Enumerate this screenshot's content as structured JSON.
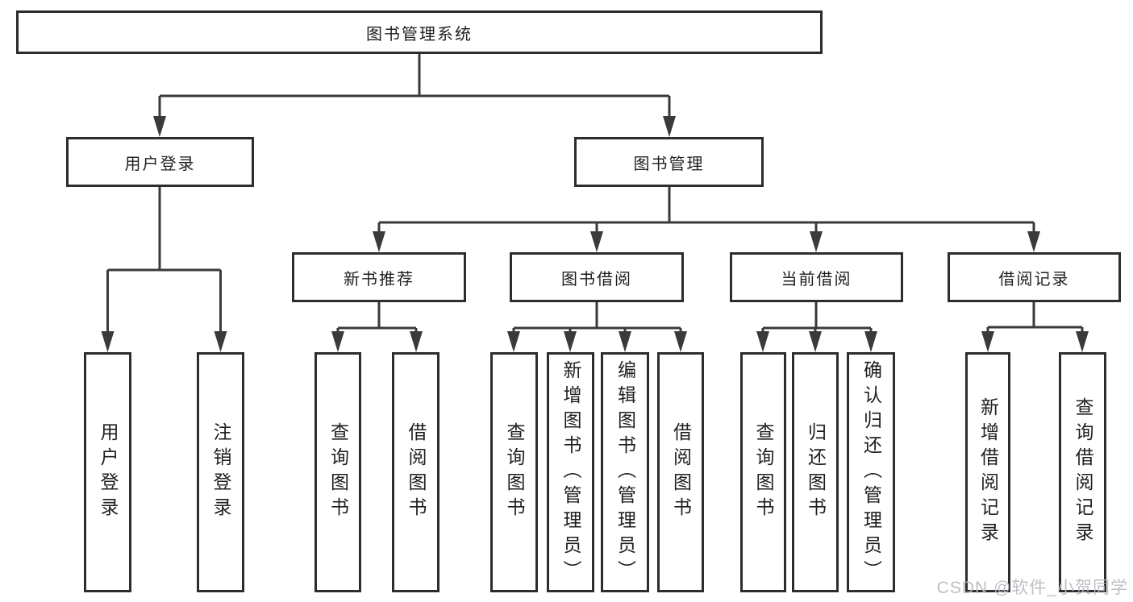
{
  "title": "图书管理系统",
  "level2": {
    "left": "用户登录",
    "right": "图书管理"
  },
  "level3": [
    "新书推荐",
    "图书借阅",
    "当前借阅",
    "借阅记录"
  ],
  "leaves": {
    "login": [
      "用户登录",
      "注销登录"
    ],
    "recommend": [
      "查询图书",
      "借阅图书"
    ],
    "borrow": [
      "查询图书",
      "新增图书（管理员）",
      "编辑图书（管理员）",
      "借阅图书"
    ],
    "current": [
      "查询图书",
      "归还图书",
      "确认归还（管理员）"
    ],
    "records": [
      "新增借阅记录",
      "查询借阅记录"
    ]
  },
  "watermark": "CSDN @软件_小贺同学",
  "colors": {
    "line": "#3a3a3a",
    "box_border": "#2d2d2d",
    "text": "#1f1f1f",
    "watermark": "#b7bbc2"
  }
}
